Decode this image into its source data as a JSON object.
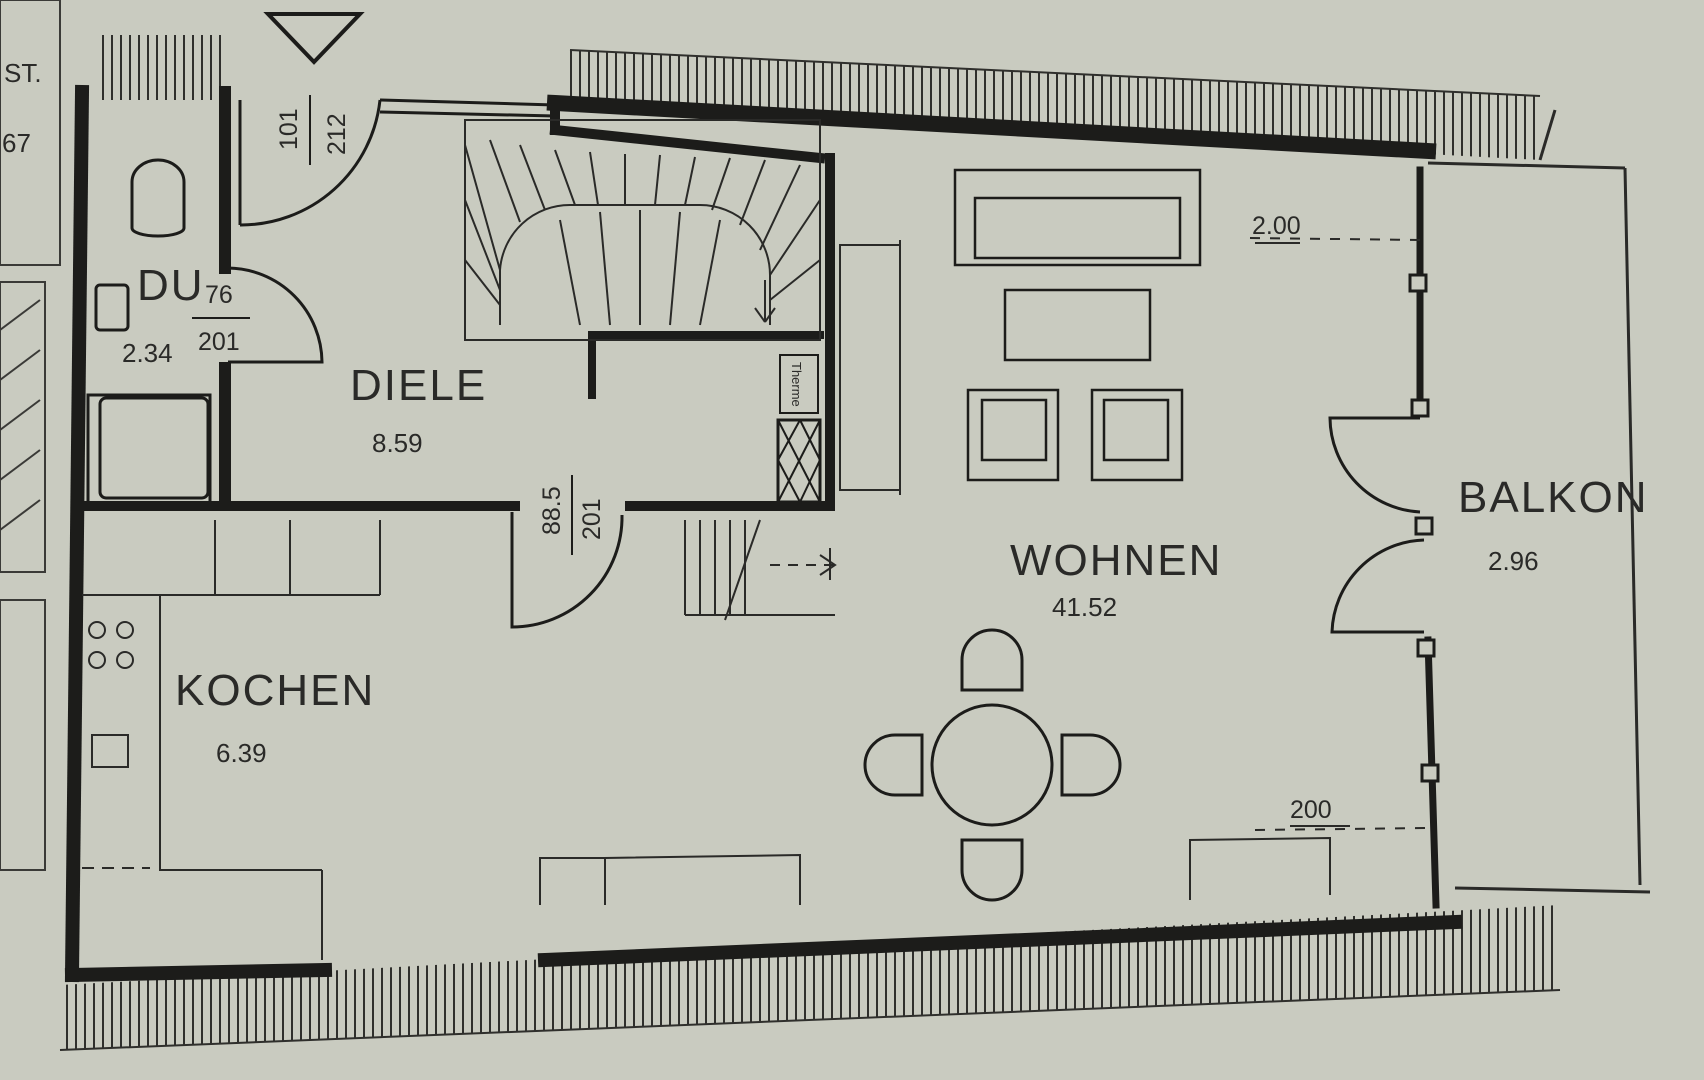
{
  "colors": {
    "paper": "#c9cbc0",
    "ink": "#1c1c1a",
    "line": "#3a3a37"
  },
  "edge_labels": {
    "left_top": "ST.",
    "left_num": "67"
  },
  "rooms": {
    "du": {
      "name": "DU",
      "area": "2.34"
    },
    "diele": {
      "name": "DIELE",
      "area": "8.59"
    },
    "kochen": {
      "name": "KOCHEN",
      "area": "6.39"
    },
    "wohnen": {
      "name": "WOHNEN",
      "area": "41.52"
    },
    "balkon": {
      "name": "BALKON",
      "area": "2.96"
    }
  },
  "dimensions": {
    "entry_door_top": "101",
    "entry_door_bottom": "212",
    "du_door_top": "76",
    "du_door_bottom": "201",
    "kitchen_door_top": "88.5",
    "kitchen_door_bottom": "201",
    "window_upper": "2.00",
    "window_lower": "200"
  },
  "fixtures": {
    "therme": "Therme"
  }
}
